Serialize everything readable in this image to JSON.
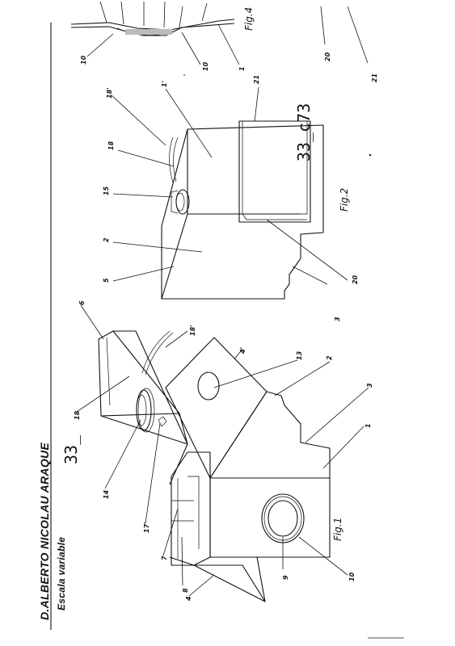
{
  "header": {
    "author": "D.ALBERTO NICOLAU ARAQUE",
    "scale": "Escala variable",
    "doc_number": "33_c73",
    "doc_number_faint": "33_"
  },
  "figures": {
    "fig1": "Fig.1",
    "fig2": "Fig.2",
    "fig4": "Fig.4"
  },
  "callouts": {
    "fig1": [
      "6",
      "18'",
      "4'",
      "13",
      "2",
      "3",
      "1",
      "10",
      "9",
      "8",
      "7",
      "4",
      "17'",
      "14",
      "18"
    ],
    "fig2": [
      "18'",
      "1'",
      "21",
      "18",
      "15",
      "2",
      "5",
      "3",
      "20"
    ],
    "fig4": [
      "10",
      "10",
      "1",
      "20",
      "21"
    ]
  }
}
